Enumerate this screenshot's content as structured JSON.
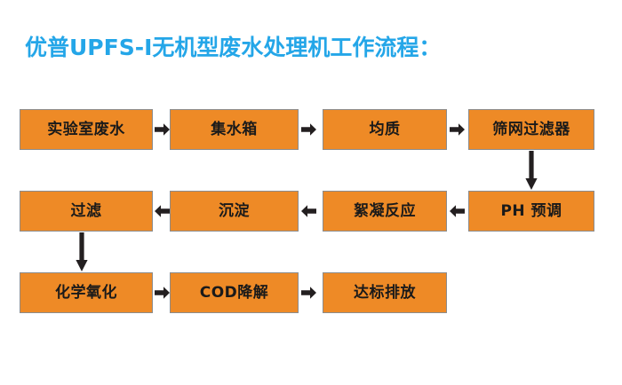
{
  "page": {
    "background_color": "#ffffff",
    "title": "优普UPFS-I无机型废水处理机工作流程：",
    "title_color": "#24a6e8"
  },
  "theme": {
    "box_fill": "#ee8a26",
    "box_border": "#8c8c8c",
    "box_text_color": "#1a1a1a",
    "arrow_color": "#231f20",
    "title_color": "#24a6e8"
  },
  "flowchart": {
    "type": "process-flow",
    "title": "优普UPFS-I无机型废水处理机工作流程：",
    "rows": [
      {
        "id": "row-1",
        "direction": "left-to-right",
        "boxes": [
          {
            "id": "lab-wastewater",
            "label": "实验室废水"
          },
          {
            "id": "collection-tank",
            "label": "集水箱"
          },
          {
            "id": "homogenization",
            "label": "均质"
          },
          {
            "id": "screen-filter",
            "label": "筛网过滤器"
          }
        ],
        "arrows": [
          {
            "id": "arrow-r1-1",
            "direction": "right"
          },
          {
            "id": "arrow-r1-2",
            "direction": "right"
          },
          {
            "id": "arrow-r1-3",
            "direction": "right"
          }
        ]
      },
      {
        "id": "row-2",
        "direction": "right-to-left",
        "boxes": [
          {
            "id": "filtration",
            "label": "过滤"
          },
          {
            "id": "sedimentation",
            "label": "沉淀"
          },
          {
            "id": "flocculation-reaction",
            "label": "絮凝反应"
          },
          {
            "id": "ph-preadjustment",
            "label": "PH 预调"
          }
        ],
        "arrows": [
          {
            "id": "arrow-r2-1",
            "direction": "left"
          },
          {
            "id": "arrow-r2-2",
            "direction": "left"
          },
          {
            "id": "arrow-r2-3",
            "direction": "left"
          }
        ]
      },
      {
        "id": "row-3",
        "direction": "left-to-right",
        "boxes": [
          {
            "id": "chemical-oxidation",
            "label": "化学氧化"
          },
          {
            "id": "cod-degradation",
            "label": "COD降解"
          },
          {
            "id": "compliant-discharge",
            "label": "达标排放"
          }
        ],
        "arrows": [
          {
            "id": "arrow-r3-1",
            "direction": "right"
          },
          {
            "id": "arrow-r3-2",
            "direction": "right"
          }
        ]
      }
    ],
    "connectors": [
      {
        "id": "connector-row1-to-row2",
        "direction": "down",
        "side": "right",
        "from": "screen-filter",
        "to": "ph-preadjustment"
      },
      {
        "id": "connector-row2-to-row3",
        "direction": "down",
        "side": "left",
        "from": "filtration",
        "to": "chemical-oxidation"
      }
    ]
  }
}
